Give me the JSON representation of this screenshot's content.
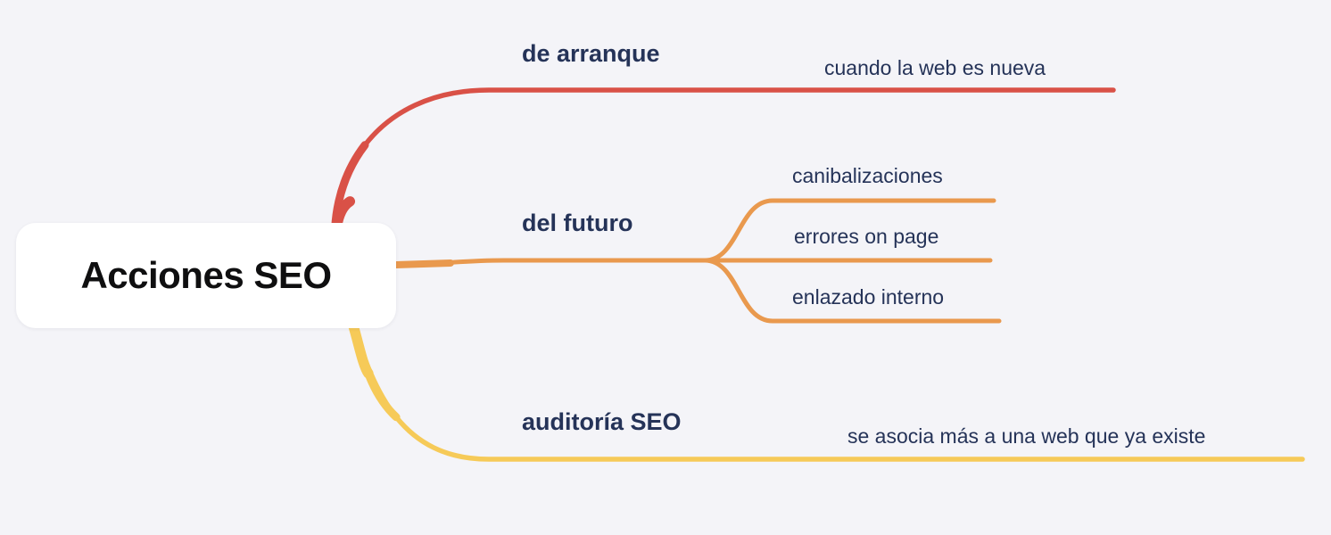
{
  "canvas": {
    "background": "#f4f4f8",
    "text_color": "#253358"
  },
  "root": {
    "label": "Acciones SEO",
    "background": "#ffffff",
    "text_color": "#0f0f10"
  },
  "branches": [
    {
      "id": "de-arranque",
      "label": "de arranque",
      "color": "#d95147",
      "children": [
        {
          "label": "cuando la web es nueva"
        }
      ]
    },
    {
      "id": "del-futuro",
      "label": "del futuro",
      "color": "#e9994e",
      "children": [
        {
          "label": "canibalizaciones"
        },
        {
          "label": "errores on page"
        },
        {
          "label": "enlazado interno"
        }
      ]
    },
    {
      "id": "auditoria-seo",
      "label": "auditoría SEO",
      "color": "#f6ca58",
      "children": [
        {
          "label": "se asocia más a una web que ya existe"
        }
      ]
    }
  ]
}
